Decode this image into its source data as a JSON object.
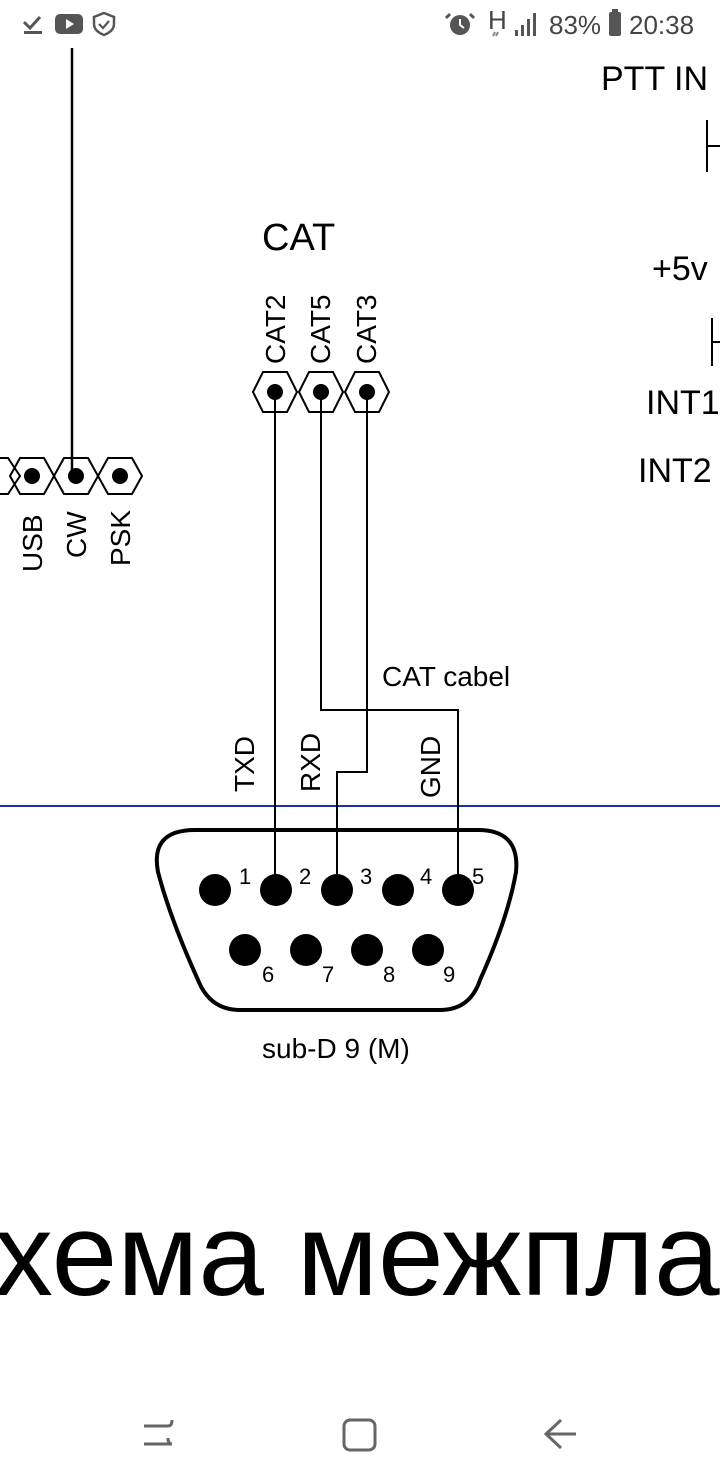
{
  "status_bar": {
    "icons_left": [
      "download-done-icon",
      "youtube-icon",
      "shield-check-icon"
    ],
    "icons_right": [
      "alarm-icon",
      "network-h-icon",
      "signal-icon",
      "battery-icon"
    ],
    "network": "H",
    "battery": "83%",
    "time": "20:38"
  },
  "schematic": {
    "cat_header": "CAT",
    "cat_pins": [
      "CAT2",
      "CAT5",
      "CAT3"
    ],
    "mode_pins": [
      "USB",
      "CW",
      "PSK"
    ],
    "right_labels": [
      "PTT IN",
      "+5v",
      "INT1",
      "INT2"
    ],
    "cable_label": "CAT cabel",
    "signal_labels": [
      "TXD",
      "RXD",
      "GND"
    ],
    "db9_pin_numbers": [
      "1",
      "2",
      "3",
      "4",
      "5",
      "6",
      "7",
      "8",
      "9"
    ],
    "connector_label": "sub-D 9 (M)"
  },
  "caption_fragment": "хема межпла",
  "nav_bar": {
    "buttons": [
      "recent-apps-icon",
      "home-icon",
      "back-icon"
    ]
  }
}
